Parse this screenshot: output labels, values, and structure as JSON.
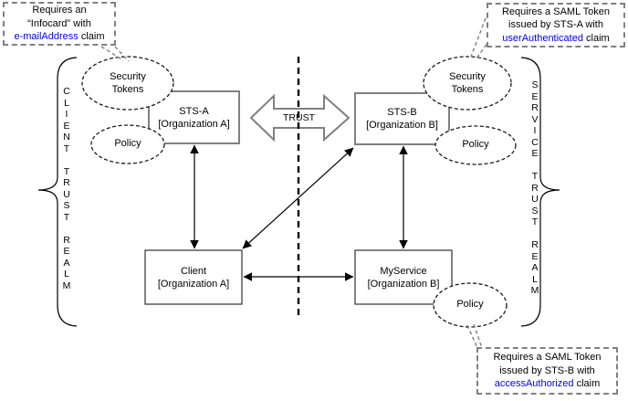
{
  "diagram": {
    "title_semantics": "Federated trust diagram between two security token services",
    "callouts": {
      "top_left": {
        "line1": "Requires an",
        "line2": "“Infocard” with",
        "claim": "e-mailAddress",
        "suffix": " claim"
      },
      "top_right": {
        "line1": "Requires a SAML Token",
        "line2": "issued by STS-A with",
        "claim": "userAuthenticated",
        "suffix": " claim"
      },
      "bottom_right": {
        "line1": "Requires a SAML Token",
        "line2": "issued by STS-B with",
        "claim": "accessAuthorized",
        "suffix": " claim"
      }
    },
    "nodes": {
      "sts_a": {
        "title": "STS-A",
        "subtitle": "[Organization A]"
      },
      "sts_b": {
        "title": "STS-B",
        "subtitle": "[Organization B]"
      },
      "client": {
        "title": "Client",
        "subtitle": "[Organization A]"
      },
      "myservice": {
        "title": "MyService",
        "subtitle": "[Organization B]"
      }
    },
    "ellipses": {
      "tokens_a": "Security\nTokens",
      "tokens_b": "Security\nTokens",
      "policy_a": "Policy",
      "policy_b": "Policy",
      "policy_service": "Policy"
    },
    "trust_label": "TRUST",
    "realms": {
      "client": "C\nL\nI\nE\nN\nT\n\nT\nR\nU\nS\nT\n\nR\nE\nA\nL\nM",
      "service": "S\nE\nR\nV\nI\nC\nE\n\nT\nR\nU\nS\nT\n\nR\nE\nA\nL\nM"
    },
    "colors": {
      "claim_blue": "#0000ff",
      "sts_border_gray": "#808080",
      "node_border_dark": "#3f3f3f",
      "line_black": "#000000",
      "background": "#ffffff"
    }
  }
}
